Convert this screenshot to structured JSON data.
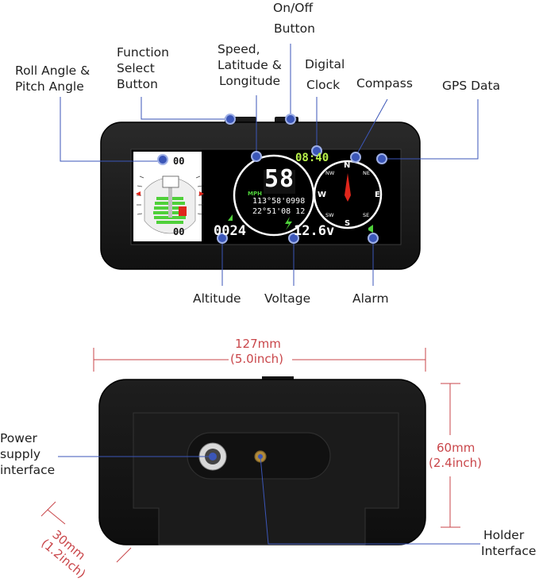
{
  "labels": {
    "on_off_1": "On/Off",
    "on_off_2": "Button",
    "function_1": "Function",
    "function_2": "Select",
    "function_3": "Button",
    "speed_1": "Speed,",
    "speed_2": "Latitude &",
    "speed_3": "Longitude",
    "clock_1": "Digital",
    "clock_2": "Clock",
    "compass": "Compass",
    "gps": "GPS Data",
    "roll_1": "Roll Angle &",
    "roll_2": "Pitch Angle",
    "altitude": "Altitude",
    "voltage": "Voltage",
    "alarm": "Alarm",
    "power_1": "Power",
    "power_2": "supply",
    "power_3": "interface",
    "holder_1": "Holder",
    "holder_2": "Interface"
  },
  "dimensions": {
    "width_mm": "127mm",
    "width_in": "(5.0inch)",
    "height_mm": "60mm",
    "height_in": "(2.4inch)",
    "depth_mm": "30mm",
    "depth_in": "(1.2inch)"
  },
  "display": {
    "clock": "08:40",
    "speed": "58",
    "speed_unit": "MPH",
    "longitude": "113°58'0998",
    "latitude": "22°51'08 12",
    "altitude": "0024",
    "voltage": "12.6v",
    "roll_angle": "00",
    "pitch_angle": "00",
    "compass_n": "N",
    "compass_s": "S",
    "compass_e": "E",
    "compass_w": "W",
    "compass_ne": "NE",
    "compass_nw": "NW",
    "compass_se": "SE",
    "compass_sw": "SW"
  },
  "colors": {
    "callout_dot": "#3b56b8",
    "dimension": "#c9464a",
    "screen_green": "#4fd03a",
    "needle_red": "#e0261b"
  }
}
